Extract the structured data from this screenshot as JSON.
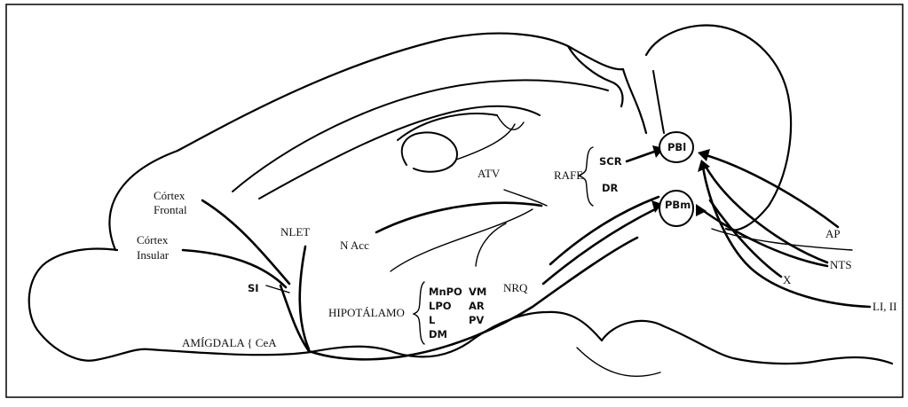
{
  "diagram": {
    "labels": {
      "cortex_frontal_1": "Córtex",
      "cortex_frontal_2": "Frontal",
      "cortex_insular_1": "Córtex",
      "cortex_insular_2": "Insular",
      "si": "SI",
      "amigdala": "AMÍGDALA { CeA",
      "nlet": "NLET",
      "n_acc": "N Acc",
      "hipotalamo": "HIPOTÁLAMO",
      "hypo_nuclei_left": [
        "MnPO",
        "LPO",
        "L",
        "DM"
      ],
      "hypo_nuclei_right": [
        "VM",
        "AR",
        "PV"
      ],
      "nrq": "NRQ",
      "atv": "ATV",
      "rafe": "RAFE",
      "scr": "SCR",
      "dr": "DR",
      "pbl": "PBl",
      "pbm": "PBm",
      "ap": "AP",
      "nts": "NTS",
      "x": "X",
      "li_ii": "LI, II"
    }
  }
}
